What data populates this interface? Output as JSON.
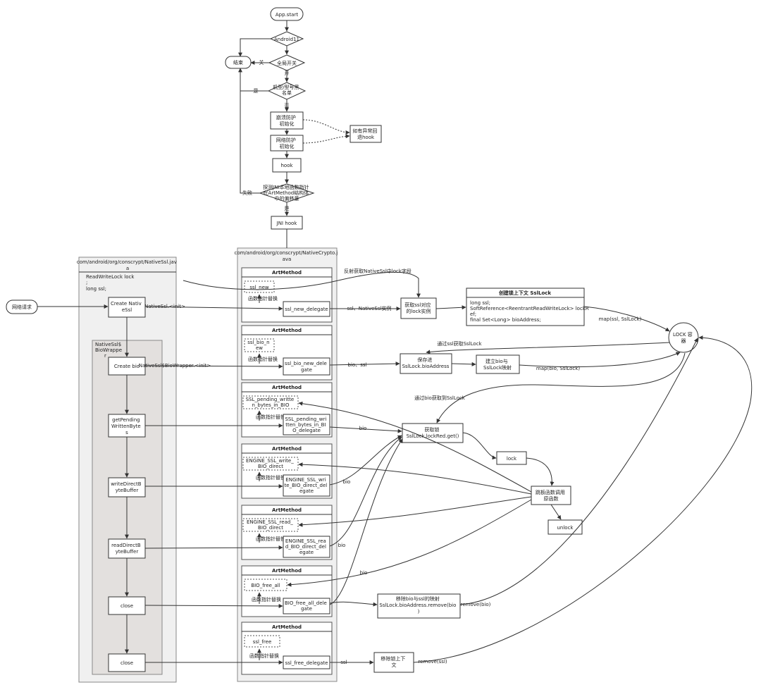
{
  "flow": {
    "app_start": "App.start",
    "android11": "Android11",
    "global_switch": "全局开关",
    "end": "结束",
    "guan": "关",
    "kai": "开",
    "blacklist": [
      "机型/型号黑",
      "名单"
    ],
    "shi": "是",
    "fou": "否",
    "crash_guard": [
      "崩溃防护",
      "初始化"
    ],
    "net_guard": [
      "网络防护",
      "初始化"
    ],
    "fallback": [
      "如有异常回",
      "退hook"
    ],
    "hook": "hook",
    "probe": [
      "探测JNI本地函数指针",
      "在ArtMethod结构体",
      "中的偏移量"
    ],
    "fail": "失败",
    "success": "是",
    "jni_hook": "JNI hook"
  },
  "native_ssl": {
    "header": [
      "com/android/org/conscrypt/NativeSsl.jav",
      "a"
    ],
    "fields": [
      "ReadWriteLock lock",
      ";",
      "long ssl;"
    ],
    "create_native_ssl": [
      "Create Nativ",
      "eSsl"
    ],
    "bio_wrapper": [
      "NativeSsl$",
      "BioWrappe",
      "r"
    ],
    "create_bio": "Create bio",
    "get_pending": [
      "getPending",
      "WrittenByte",
      "s"
    ],
    "write_direct": [
      "writeDirectB",
      "yteBuffer"
    ],
    "read_direct": [
      "readDirectB",
      "yteBuffer"
    ],
    "close1": "close",
    "close2": "close"
  },
  "native_crypto": {
    "header": [
      "com/android/org/conscrypt/NativeCrypto.j",
      "ava"
    ],
    "art_method": "ArtMethod",
    "replace": "函数指针替换",
    "ssl_new": "ssl_new",
    "ssl_new_delegate": "ssl_new_delegate",
    "ssl_bio_new": [
      "ssl_bio_n",
      "ew"
    ],
    "ssl_bio_new_delegate": [
      "ssl_bio_new_dele",
      "gate"
    ],
    "ssl_pending": [
      "SSL_pending_writte",
      "n_bytes_in_BIO"
    ],
    "ssl_pending_delegate": [
      "SSL_pending_wri",
      "tten_bytes_in_BI",
      "O_delegate"
    ],
    "engine_write": [
      "ENGINE_SSL_write_",
      "BIO_direct"
    ],
    "engine_write_delegate": [
      "ENGINE_SSL_wri",
      "te_BIO_direct_del",
      "egate"
    ],
    "engine_read": [
      "ENGINE_SSL_read_",
      "BIO_direct"
    ],
    "engine_read_delegate": [
      "ENGINE_SSL_rea",
      "d_BIO_direct_del",
      "egate"
    ],
    "bio_free_all": "BIO_free_all",
    "bio_free_all_delegate": [
      "BIO_free_all_dele",
      "gate"
    ],
    "ssl_free": "ssl_free",
    "ssl_free_delegate": "ssl_free_delegate"
  },
  "right": {
    "reflect": "反射获取NativeSsl中lock字段",
    "net_request": "网络请求",
    "native_init": "NativeSsl.<init>",
    "ssl_instance": "ssl、NativeSsl实例",
    "get_lock": [
      "获取ssl对应",
      "的lock实例"
    ],
    "create_ctx_title": "创建锁上下文 SslLock",
    "create_ctx_body": [
      "long ssl;",
      "SoftReference<ReentrantReadWriteLock> lockR",
      "ef;",
      "final Set<Long> bioAddress;"
    ],
    "map_ssl": "map(ssl, SslLock)",
    "lock_container": [
      "LOCK 容",
      "器"
    ],
    "get_by_ssl": "通过ssl获取SslLock",
    "bio_wrapper_init": "NativeSsl$BioWrapper.<init>",
    "bio_ssl": "bio、ssl",
    "save_bio": [
      "保存进",
      "SslLock.bioAddress"
    ],
    "build_map": [
      "建立bio与",
      "SslLock映射"
    ],
    "map_bio": "map(bio, SslLock)",
    "get_by_bio": "通过bio获取到SslLock",
    "bio1": "bio",
    "bio2": "bio",
    "bio3": "bio",
    "bio4": "bio",
    "get_lock2": [
      "获取锁",
      "SslLock.lockRed.get()"
    ],
    "lock": "lock",
    "jump_orig": [
      "跳板函数调用",
      "原函数"
    ],
    "unlock": "unlock",
    "remove_map": [
      "移除bio与ssl的映射",
      "SslLock.bioAddress.remove(bio",
      ")"
    ],
    "remove_bio": "remove(bio)",
    "ssl": "ssl",
    "remove_ctx": [
      "移除锁上下",
      "文"
    ],
    "remove_ssl": "remove(ssl)"
  }
}
